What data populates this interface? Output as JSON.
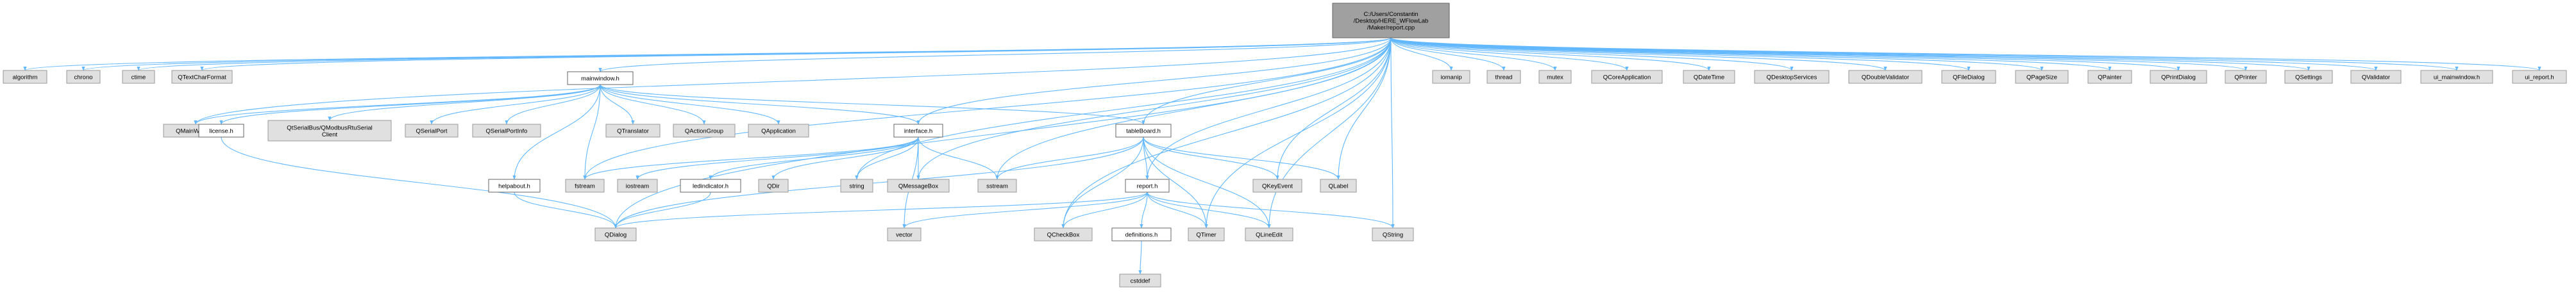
{
  "graph": {
    "colors": {
      "root_fill": "#a0a0a0",
      "root_stroke": "#666666",
      "local_fill": "#ffffff",
      "local_stroke": "#666666",
      "system_fill": "#e0e0e0",
      "system_stroke": "#999999",
      "edge": "#63b8ff",
      "text": "#000000"
    },
    "nodes": [
      {
        "id": "root",
        "kind": "root",
        "label": [
          "C:/Users/Constantin",
          "/Desktop/HERE_WFlowLab",
          "/Maker/report.cpp"
        ]
      },
      {
        "id": "algorithm",
        "kind": "system",
        "label": [
          "algorithm"
        ]
      },
      {
        "id": "chrono",
        "kind": "system",
        "label": [
          "chrono"
        ]
      },
      {
        "id": "ctime",
        "kind": "system",
        "label": [
          "ctime"
        ]
      },
      {
        "id": "QTextCharFormat",
        "kind": "system",
        "label": [
          "QTextCharFormat"
        ]
      },
      {
        "id": "iomanip",
        "kind": "system",
        "label": [
          "iomanip"
        ]
      },
      {
        "id": "thread",
        "kind": "system",
        "label": [
          "thread"
        ]
      },
      {
        "id": "mutex",
        "kind": "system",
        "label": [
          "mutex"
        ]
      },
      {
        "id": "QCoreApplication",
        "kind": "system",
        "label": [
          "QCoreApplication"
        ]
      },
      {
        "id": "QDateTime",
        "kind": "system",
        "label": [
          "QDateTime"
        ]
      },
      {
        "id": "QDesktopServices",
        "kind": "system",
        "label": [
          "QDesktopServices"
        ]
      },
      {
        "id": "QDoubleValidator",
        "kind": "system",
        "label": [
          "QDoubleValidator"
        ]
      },
      {
        "id": "QFileDialog",
        "kind": "system",
        "label": [
          "QFileDialog"
        ]
      },
      {
        "id": "QPageSize",
        "kind": "system",
        "label": [
          "QPageSize"
        ]
      },
      {
        "id": "QPainter",
        "kind": "system",
        "label": [
          "QPainter"
        ]
      },
      {
        "id": "QPrintDialog",
        "kind": "system",
        "label": [
          "QPrintDialog"
        ]
      },
      {
        "id": "QPrinter",
        "kind": "system",
        "label": [
          "QPrinter"
        ]
      },
      {
        "id": "QSettings",
        "kind": "system",
        "label": [
          "QSettings"
        ]
      },
      {
        "id": "QValidator",
        "kind": "system",
        "label": [
          "QValidator"
        ]
      },
      {
        "id": "ui_mainwindow",
        "kind": "system",
        "label": [
          "ui_mainwindow.h"
        ]
      },
      {
        "id": "ui_report",
        "kind": "system",
        "label": [
          "ui_report.h"
        ]
      },
      {
        "id": "mainwindow",
        "kind": "local",
        "label": [
          "mainwindow.h"
        ]
      },
      {
        "id": "QMainWindow",
        "kind": "system",
        "label": [
          "QMainWindow"
        ]
      },
      {
        "id": "license",
        "kind": "local",
        "label": [
          "license.h"
        ]
      },
      {
        "id": "QtSerialBus",
        "kind": "system",
        "label": [
          "QtSerialBus/QModbusRtuSerial",
          "Client"
        ]
      },
      {
        "id": "QSerialPort",
        "kind": "system",
        "label": [
          "QSerialPort"
        ]
      },
      {
        "id": "QSerialPortInfo",
        "kind": "system",
        "label": [
          "QSerialPortInfo"
        ]
      },
      {
        "id": "QTranslator",
        "kind": "system",
        "label": [
          "QTranslator"
        ]
      },
      {
        "id": "QActionGroup",
        "kind": "system",
        "label": [
          "QActionGroup"
        ]
      },
      {
        "id": "QApplication",
        "kind": "system",
        "label": [
          "QApplication"
        ]
      },
      {
        "id": "interface",
        "kind": "local",
        "label": [
          "interface.h"
        ]
      },
      {
        "id": "tableBoard",
        "kind": "local",
        "label": [
          "tableBoard.h"
        ]
      },
      {
        "id": "helpabout",
        "kind": "local",
        "label": [
          "helpabout.h"
        ]
      },
      {
        "id": "fstream",
        "kind": "system",
        "label": [
          "fstream"
        ]
      },
      {
        "id": "iostream",
        "kind": "system",
        "label": [
          "iostream"
        ]
      },
      {
        "id": "ledindicator",
        "kind": "local",
        "label": [
          "ledindicator.h"
        ]
      },
      {
        "id": "QDir",
        "kind": "system",
        "label": [
          "QDir"
        ]
      },
      {
        "id": "string",
        "kind": "system",
        "label": [
          "string"
        ]
      },
      {
        "id": "QMessageBox",
        "kind": "system",
        "label": [
          "QMessageBox"
        ]
      },
      {
        "id": "sstream",
        "kind": "system",
        "label": [
          "sstream"
        ]
      },
      {
        "id": "QKeyEvent",
        "kind": "system",
        "label": [
          "QKeyEvent"
        ]
      },
      {
        "id": "QLabel",
        "kind": "system",
        "label": [
          "QLabel"
        ]
      },
      {
        "id": "report",
        "kind": "local",
        "label": [
          "report.h"
        ]
      },
      {
        "id": "QDialog",
        "kind": "system",
        "label": [
          "QDialog"
        ]
      },
      {
        "id": "vector",
        "kind": "system",
        "label": [
          "vector"
        ]
      },
      {
        "id": "QCheckBox",
        "kind": "system",
        "label": [
          "QCheckBox"
        ]
      },
      {
        "id": "definitions",
        "kind": "local",
        "label": [
          "definitions.h"
        ]
      },
      {
        "id": "QTimer",
        "kind": "system",
        "label": [
          "QTimer"
        ]
      },
      {
        "id": "QLineEdit",
        "kind": "system",
        "label": [
          "QLineEdit"
        ]
      },
      {
        "id": "QString",
        "kind": "system",
        "label": [
          "QString"
        ]
      },
      {
        "id": "cstddef",
        "kind": "system",
        "label": [
          "cstddef"
        ]
      }
    ],
    "edges": [
      [
        "root",
        "algorithm"
      ],
      [
        "root",
        "chrono"
      ],
      [
        "root",
        "ctime"
      ],
      [
        "root",
        "QTextCharFormat"
      ],
      [
        "root",
        "iomanip"
      ],
      [
        "root",
        "thread"
      ],
      [
        "root",
        "mutex"
      ],
      [
        "root",
        "QCoreApplication"
      ],
      [
        "root",
        "QDateTime"
      ],
      [
        "root",
        "QDesktopServices"
      ],
      [
        "root",
        "QDoubleValidator"
      ],
      [
        "root",
        "QFileDialog"
      ],
      [
        "root",
        "QPageSize"
      ],
      [
        "root",
        "QPainter"
      ],
      [
        "root",
        "QPrintDialog"
      ],
      [
        "root",
        "QPrinter"
      ],
      [
        "root",
        "QSettings"
      ],
      [
        "root",
        "QValidator"
      ],
      [
        "root",
        "ui_mainwindow"
      ],
      [
        "root",
        "ui_report"
      ],
      [
        "root",
        "mainwindow"
      ],
      [
        "root",
        "QMainWindow"
      ],
      [
        "root",
        "QDialog"
      ],
      [
        "root",
        "fstream"
      ],
      [
        "root",
        "interface"
      ],
      [
        "root",
        "string"
      ],
      [
        "root",
        "QMessageBox"
      ],
      [
        "root",
        "sstream"
      ],
      [
        "root",
        "tableBoard"
      ],
      [
        "root",
        "report"
      ],
      [
        "root",
        "QKeyEvent"
      ],
      [
        "root",
        "QLabel"
      ],
      [
        "root",
        "QCheckBox"
      ],
      [
        "root",
        "QLineEdit"
      ],
      [
        "root",
        "QString"
      ],
      [
        "root",
        "QTimer"
      ],
      [
        "mainwindow",
        "QMainWindow"
      ],
      [
        "mainwindow",
        "license"
      ],
      [
        "mainwindow",
        "QtSerialBus"
      ],
      [
        "mainwindow",
        "QSerialPort"
      ],
      [
        "mainwindow",
        "QSerialPortInfo"
      ],
      [
        "mainwindow",
        "QTranslator"
      ],
      [
        "mainwindow",
        "QActionGroup"
      ],
      [
        "mainwindow",
        "QApplication"
      ],
      [
        "mainwindow",
        "interface"
      ],
      [
        "mainwindow",
        "tableBoard"
      ],
      [
        "mainwindow",
        "helpabout"
      ],
      [
        "mainwindow",
        "fstream"
      ],
      [
        "license",
        "QDialog"
      ],
      [
        "helpabout",
        "QDialog"
      ],
      [
        "ledindicator",
        "QDialog"
      ],
      [
        "interface",
        "fstream"
      ],
      [
        "interface",
        "iostream"
      ],
      [
        "interface",
        "ledindicator"
      ],
      [
        "interface",
        "QDir"
      ],
      [
        "interface",
        "string"
      ],
      [
        "interface",
        "QMessageBox"
      ],
      [
        "interface",
        "sstream"
      ],
      [
        "interface",
        "vector"
      ],
      [
        "tableBoard",
        "sstream"
      ],
      [
        "tableBoard",
        "report"
      ],
      [
        "tableBoard",
        "QKeyEvent"
      ],
      [
        "tableBoard",
        "QLabel"
      ],
      [
        "tableBoard",
        "QCheckBox"
      ],
      [
        "tableBoard",
        "QTimer"
      ],
      [
        "tableBoard",
        "QLineEdit"
      ],
      [
        "tableBoard",
        "QDialog"
      ],
      [
        "report",
        "QDialog"
      ],
      [
        "report",
        "vector"
      ],
      [
        "report",
        "QCheckBox"
      ],
      [
        "report",
        "definitions"
      ],
      [
        "report",
        "QTimer"
      ],
      [
        "report",
        "QLineEdit"
      ],
      [
        "report",
        "QString"
      ],
      [
        "definitions",
        "cstddef"
      ]
    ]
  }
}
